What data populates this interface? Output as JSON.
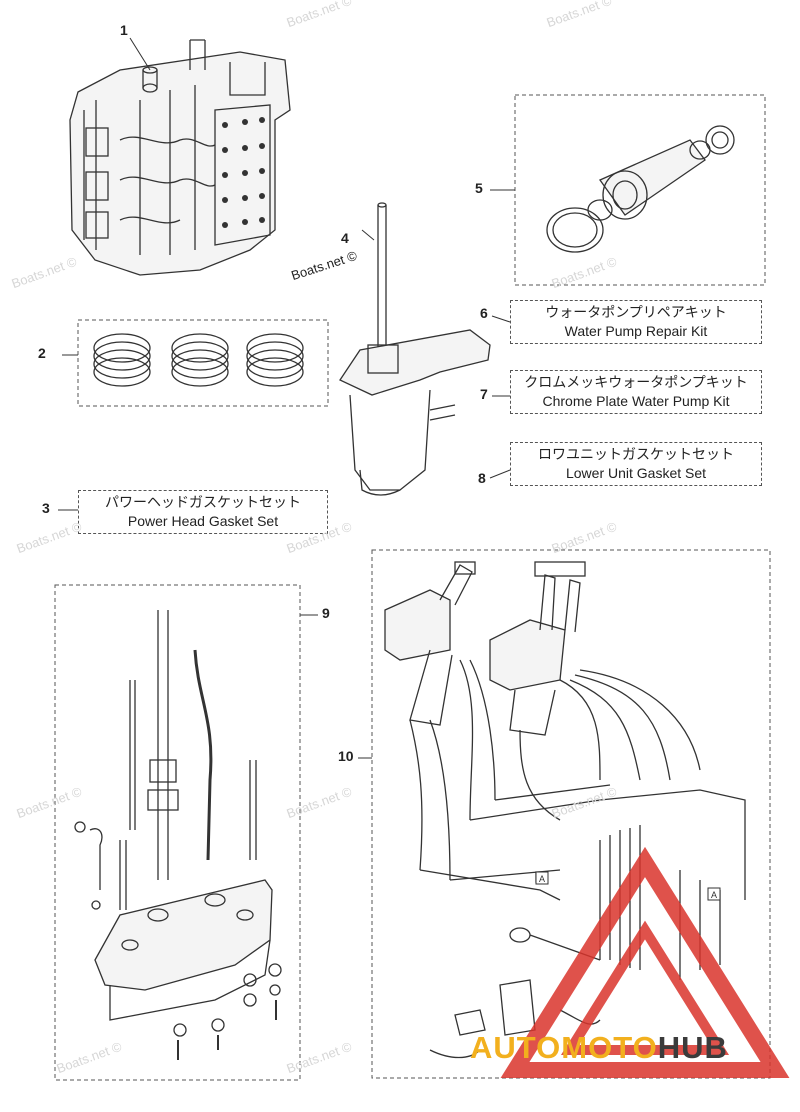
{
  "watermark": {
    "text": "Boats.net ©"
  },
  "brand": {
    "part1": "AUTOMOTO",
    "part2": "HUB",
    "color_gold": "#f2b01e",
    "color_dark": "#3b3b3b",
    "color_red": "#d9342b"
  },
  "callouts": [
    "1",
    "2",
    "3",
    "4",
    "5",
    "6",
    "7",
    "8",
    "9",
    "10"
  ],
  "labels": {
    "item3": {
      "jp": "パワーヘッドガスケットセット",
      "en": "Power Head Gasket Set"
    },
    "item6": {
      "jp": "ウォータポンプリペアキット",
      "en": "Water Pump Repair Kit"
    },
    "item7": {
      "jp": "クロムメッキウォータポンプキット",
      "en": "Chrome Plate Water Pump Kit"
    },
    "item8": {
      "jp": "ロワユニットガスケットセット",
      "en": "Lower Unit Gasket Set"
    }
  },
  "markers": {
    "a": "A"
  }
}
